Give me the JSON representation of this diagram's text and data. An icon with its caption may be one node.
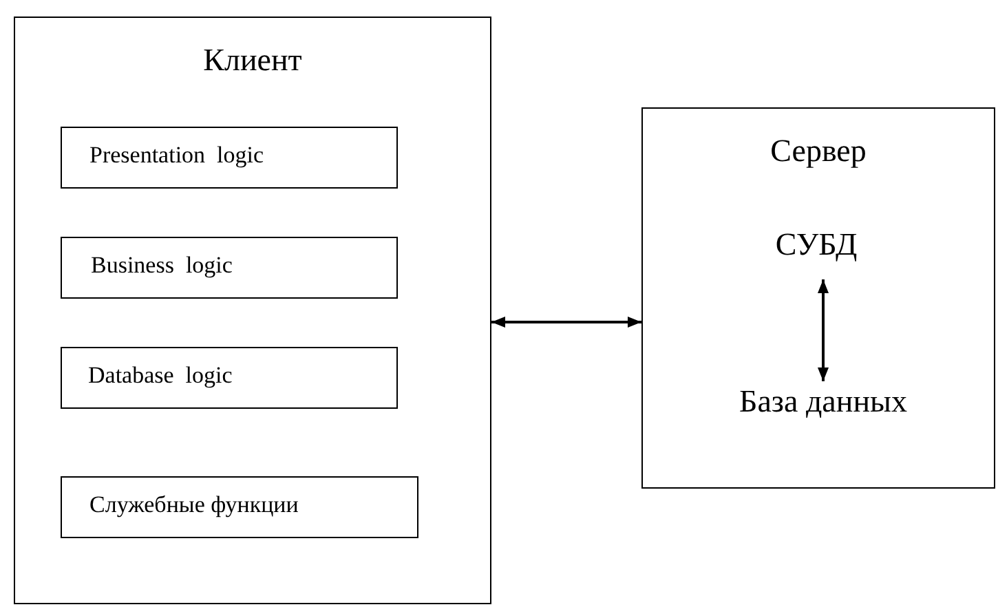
{
  "diagram": {
    "nodes": [
      {
        "text": [
          "Клиент"
        ]
      },
      {
        "text": [
          "Presentation  logic"
        ],
        "in": 0
      },
      {
        "text": [
          "Business  logic"
        ],
        "in": 0
      },
      {
        "text": [
          "Database  logic"
        ],
        "in": 0
      },
      {
        "text": [
          "Служебные функции"
        ],
        "in": 0
      },
      {
        "text": [
          "Сервер"
        ]
      },
      {
        "text": [
          "СУБД"
        ],
        "in": 5
      },
      {
        "text": [
          "База данных"
        ],
        "in": 5
      }
    ],
    "edges": [
      {
        "from": 0,
        "to": 5,
        "arrow": "both"
      },
      {
        "from": 6,
        "to": 7,
        "arrow": "both"
      }
    ]
  }
}
